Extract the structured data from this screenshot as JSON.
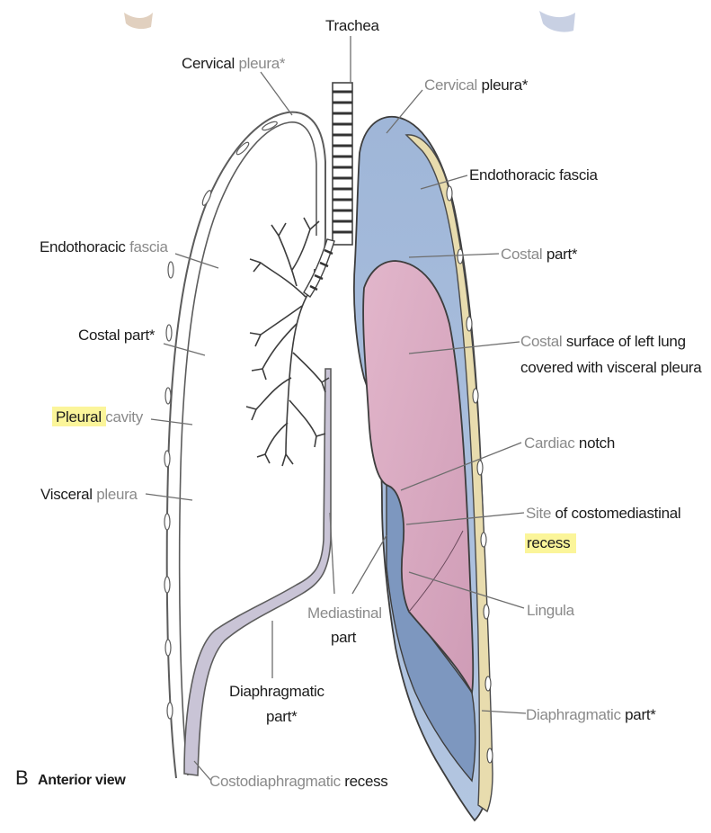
{
  "figure": {
    "panel_letter": "B",
    "view_label": "Anterior view"
  },
  "labels": {
    "trachea": "Trachea",
    "cervical_pleura_right": {
      "a": "Cervical",
      "b": "pleura*"
    },
    "cervical_pleura_left": {
      "a": "Cervical",
      "b": "pleura*"
    },
    "endothoracic_fascia_right": {
      "a": "Endothoracic",
      "b": "fascia"
    },
    "endothoracic_fascia_left": {
      "a": "Endothoracic",
      "b": "fascia"
    },
    "costal_part_right": {
      "a": "Costal",
      "b": "part*"
    },
    "costal_part_left": {
      "a": "Costal",
      "b": "part*"
    },
    "pleural_cavity": {
      "a": "Pleural",
      "b": "cavity"
    },
    "visceral_pleura": {
      "a": "Visceral",
      "b": "pleura"
    },
    "costal_surface_line1": {
      "a": "Costal",
      "b": "surface of left lung"
    },
    "costal_surface_line2": "covered with visceral pleura",
    "cardiac_notch": {
      "a": "Cardiac",
      "b": "notch"
    },
    "costomediastinal_line1": {
      "a": "Site",
      "b": "of costomediastinal"
    },
    "costomediastinal_line2": "recess",
    "lingula": "Lingula",
    "mediastinal_part_line1": "Mediastinal",
    "mediastinal_part_line2": "part",
    "diaphragmatic_part_right_line1": "Diaphragmatic",
    "diaphragmatic_part_right_line2": "part*",
    "diaphragmatic_part_left": {
      "a": "Diaphragmatic",
      "b": "part*"
    },
    "costodiaphragmatic_recess": {
      "a": "Costodiaphragmatic",
      "b": "recess"
    }
  },
  "colors": {
    "pleura_blue": "#a9bedc",
    "lung_pink": "#d9a9c1",
    "recess_dark_blue": "#6e8bb5",
    "fascia_tan": "#e7dcb0",
    "highlight_yellow": "#fbf59a"
  }
}
